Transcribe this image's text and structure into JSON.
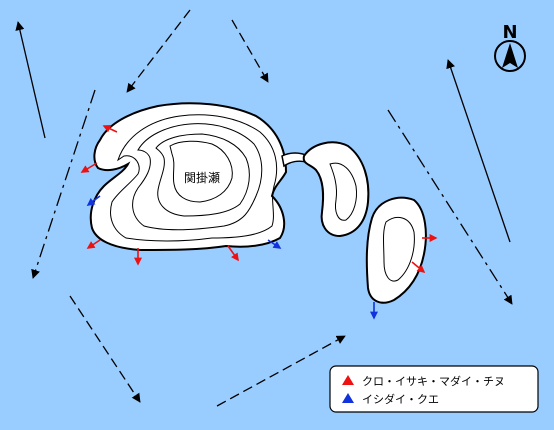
{
  "map": {
    "compass": {
      "letter": "N"
    },
    "island_label": "関掛瀬",
    "legend": {
      "items": [
        {
          "text": "クロ・イサキ・マダイ・チヌ",
          "color": "#EE1111"
        },
        {
          "text": "イシダイ・クエ",
          "color": "#1133DD"
        }
      ]
    },
    "colors": {
      "sea": "#99CCFF",
      "land": "#FFFFFF",
      "outline": "#000000",
      "red_marker": "#EE1111",
      "blue_marker": "#1133DD"
    }
  }
}
